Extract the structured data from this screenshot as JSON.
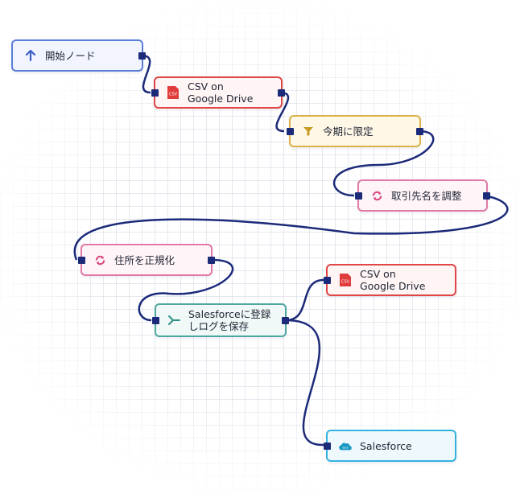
{
  "nodes": [
    {
      "id": "start",
      "label": "開始ノード",
      "icon": "arrow-up-icon"
    },
    {
      "id": "csv1",
      "label": "CSV on\nGoogle Drive",
      "icon": "csv-file-icon",
      "icon_text": "CSV"
    },
    {
      "id": "filter",
      "label": "今期に限定",
      "icon": "filter-icon"
    },
    {
      "id": "rename",
      "label": "取引先名を調整",
      "icon": "transform-icon"
    },
    {
      "id": "normalize",
      "label": "住所を正規化",
      "icon": "transform-icon"
    },
    {
      "id": "merge",
      "label": "Salesforceに登録\nしログを保存",
      "icon": "merge-icon"
    },
    {
      "id": "csv2",
      "label": "CSV on\nGoogle Drive",
      "icon": "csv-file-icon",
      "icon_text": "CSV"
    },
    {
      "id": "salesforce",
      "label": "Salesforce",
      "icon": "salesforce-cloud-icon",
      "icon_text": "Sout"
    }
  ],
  "edges": [
    [
      "start",
      "csv1"
    ],
    [
      "csv1",
      "filter"
    ],
    [
      "filter",
      "rename"
    ],
    [
      "rename",
      "normalize"
    ],
    [
      "normalize",
      "merge"
    ],
    [
      "merge",
      "csv2"
    ],
    [
      "merge",
      "salesforce"
    ]
  ],
  "colors": {
    "edge": "#1c2a7a",
    "start": "#5b7fd8",
    "csv": "#e04646",
    "filter": "#d9b34a",
    "transform": "#e07aa6",
    "merge": "#4fa7a0",
    "salesforce": "#34b3e0"
  }
}
